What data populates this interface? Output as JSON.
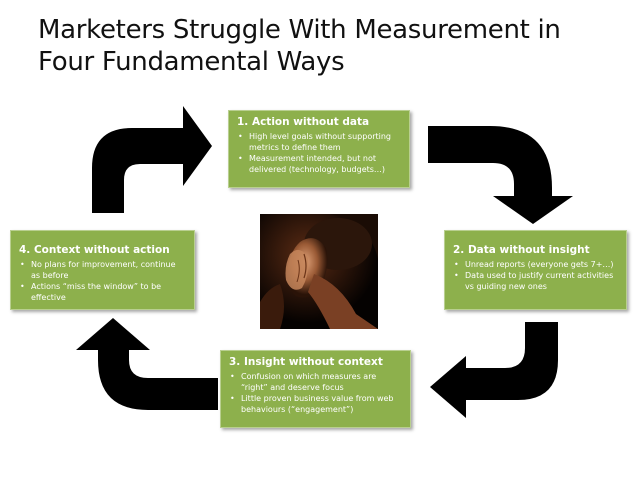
{
  "slide": {
    "title": "Marketers Struggle With Measurement in Four Fundamental Ways"
  },
  "boxes": [
    {
      "heading": "1. Action without data",
      "bullets": [
        "High level goals without supporting metrics to define them",
        "Measurement intended, but not delivered (technology, budgets…)"
      ]
    },
    {
      "heading": "2. Data without insight",
      "bullets": [
        "Unread reports (everyone gets 7+…)",
        "Data used to justify current activities vs guiding new ones"
      ]
    },
    {
      "heading": "3. Insight without context",
      "bullets": [
        "Confusion on which measures are “right” and deserve focus",
        "Little proven business value from web behaviours (“engagement”)"
      ]
    },
    {
      "heading": "4. Context without action",
      "bullets": [
        "No plans for improvement, continue as before",
        "Actions “miss the window” to be effective"
      ]
    }
  ],
  "colors": {
    "box_fill": "#8db04c",
    "arrow": "#000000",
    "text_on_box": "#ffffff"
  },
  "icons": [
    "arrow-up-right",
    "arrow-right-down",
    "arrow-down-left",
    "arrow-left-up"
  ]
}
